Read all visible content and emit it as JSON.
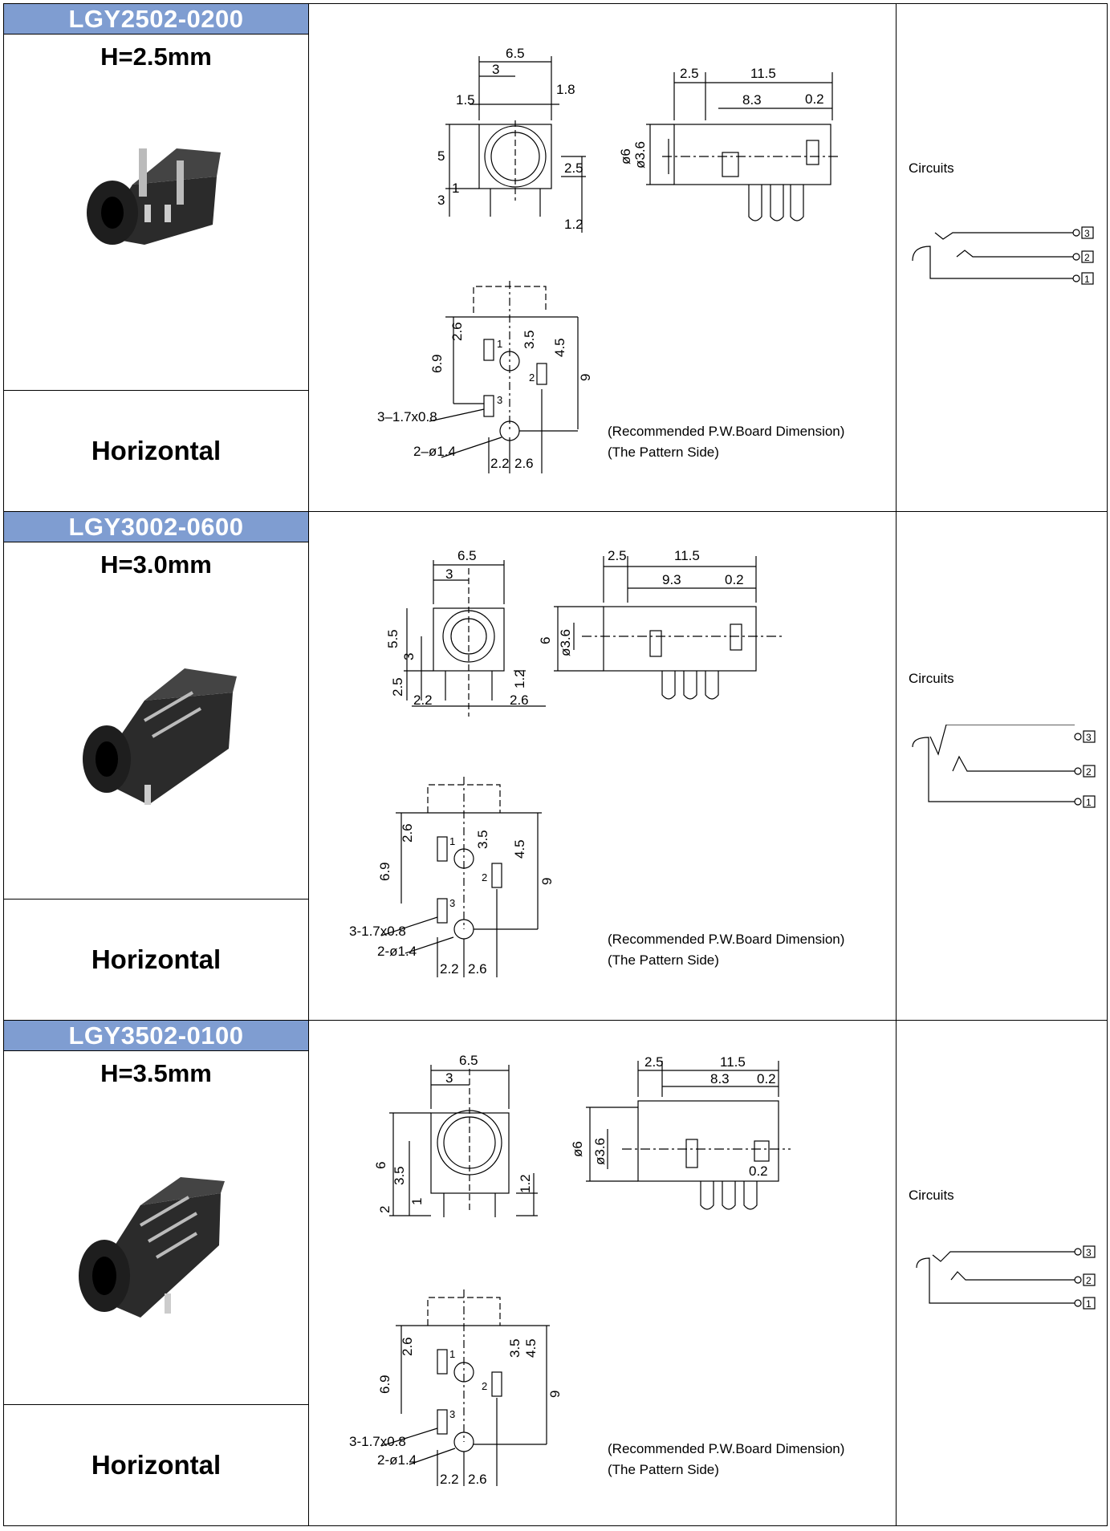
{
  "parts": [
    {
      "part_number": "LGY2502-0200",
      "height": "H=2.5mm",
      "orientation": "Horizontal",
      "front_dims": {
        "w": "6.5",
        "half": "3",
        "left": "1.5",
        "right": "1.8",
        "h1": "5",
        "h2": "3",
        "h3": "1",
        "h4": "2.5",
        "h5": "1.2"
      },
      "side_dims": {
        "a": "2.5",
        "b": "11.5",
        "c": "8.3",
        "d": "0.2",
        "e": "ø6",
        "f": "ø3.6"
      },
      "pattern_dims": {
        "a": "2.6",
        "b": "3.5",
        "c": "4.5",
        "d": "6.9",
        "e": "9",
        "f": "3–1.7x0.8",
        "g": "2–ø1.4",
        "h": "2.2",
        "i": "2.6"
      },
      "pattern_note": [
        "(Recommended P.W.Board Dimension)",
        "(The Pattern Side)"
      ],
      "circuits_label": "Circuits",
      "pins": [
        "3",
        "2",
        "1"
      ]
    },
    {
      "part_number": "LGY3002-0600",
      "height": "H=3.0mm",
      "orientation": "Horizontal",
      "front_dims": {
        "w": "6.5",
        "half": "3",
        "h1": "5.5",
        "h2": "3",
        "h3": "2.5",
        "h4": "1.2",
        "b1": "2.2",
        "b2": "2.6"
      },
      "side_dims": {
        "a": "2.5",
        "b": "11.5",
        "c": "9.3",
        "d": "0.2",
        "e": "6",
        "f": "ø3.6"
      },
      "pattern_dims": {
        "a": "2.6",
        "b": "3.5",
        "c": "4.5",
        "d": "6.9",
        "e": "9",
        "f": "3-1.7x0.8",
        "g": "2-ø1.4",
        "h": "2.2",
        "i": "2.6"
      },
      "pattern_note": [
        "(Recommended P.W.Board Dimension)",
        "(The Pattern Side)"
      ],
      "circuits_label": "Circuits",
      "pins": [
        "3",
        "2",
        "1"
      ]
    },
    {
      "part_number": "LGY3502-0100",
      "height": "H=3.5mm",
      "orientation": "Horizontal",
      "front_dims": {
        "w": "6.5",
        "half": "3",
        "h1": "6",
        "h2": "3.5",
        "h3": "2",
        "h4": "1",
        "h5": "1.2"
      },
      "side_dims": {
        "a": "2.5",
        "b": "11.5",
        "c": "8.3",
        "d": "0.2",
        "e": "ø6",
        "f": "ø3.6",
        "g": "0.2"
      },
      "pattern_dims": {
        "a": "2.6",
        "b": "3.5",
        "c": "4.5",
        "d": "6.9",
        "e": "9",
        "f": "3-1.7x0.8",
        "g": "2-ø1.4",
        "h": "2.2",
        "i": "2.6"
      },
      "pattern_note": [
        "(Recommended P.W.Board Dimension)",
        "(The Pattern Side)"
      ],
      "circuits_label": "Circuits",
      "pins": [
        "3",
        "2",
        "1"
      ]
    }
  ]
}
